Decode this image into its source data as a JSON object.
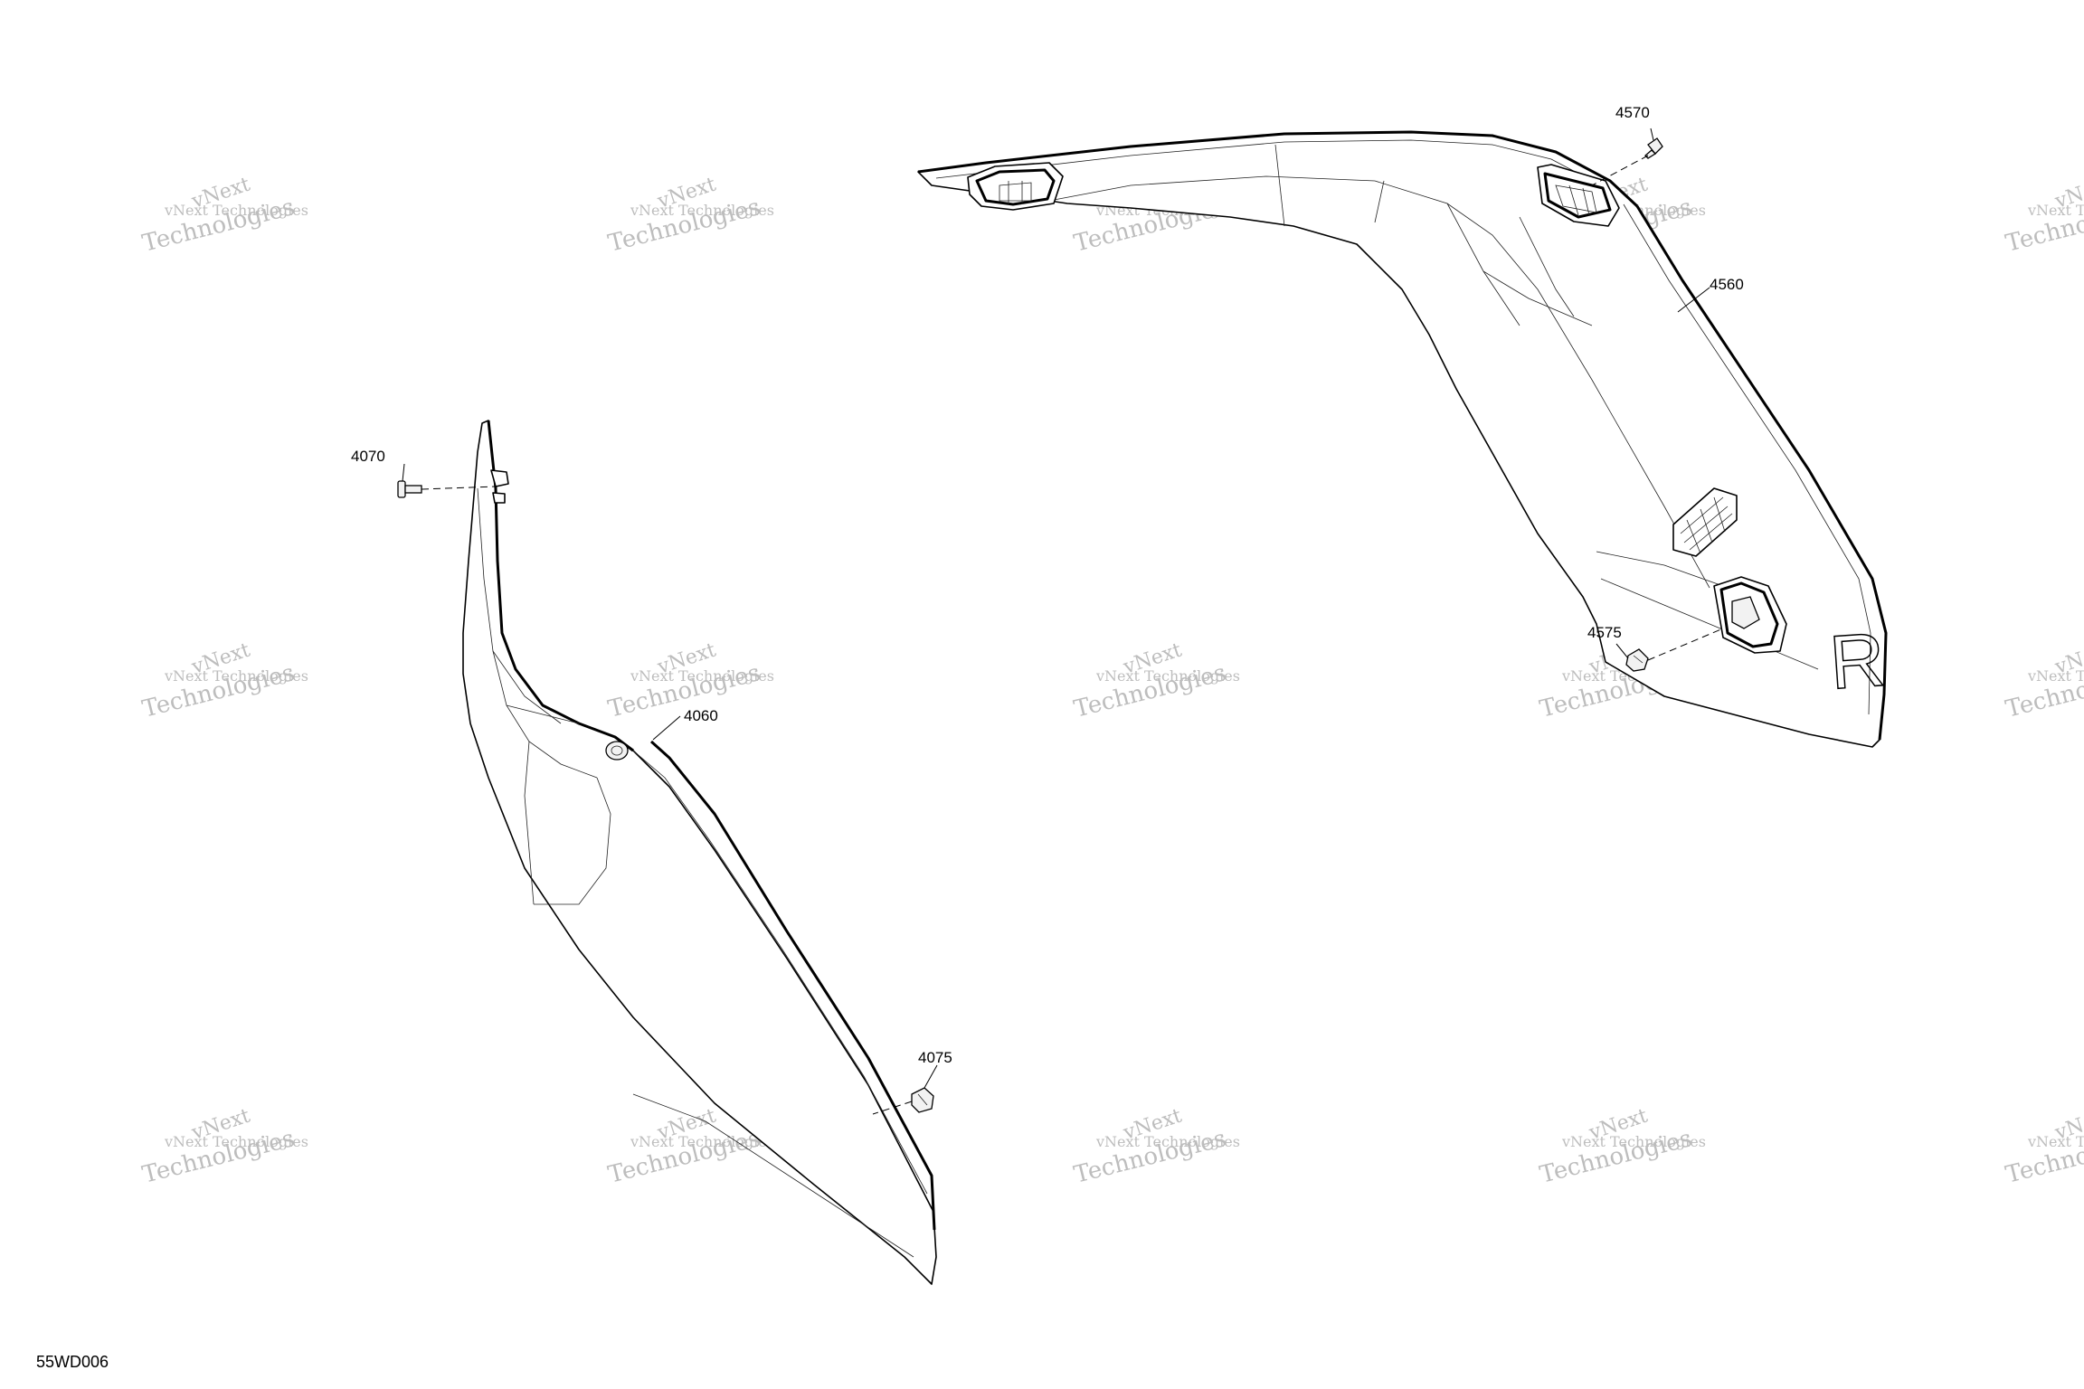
{
  "drawing": {
    "id": "55WD006"
  },
  "callouts": [
    {
      "key": "c4570",
      "label": "4570"
    },
    {
      "key": "c4560",
      "label": "4560"
    },
    {
      "key": "c4575",
      "label": "4575"
    },
    {
      "key": "c4070",
      "label": "4070"
    },
    {
      "key": "c4060",
      "label": "4060"
    },
    {
      "key": "c4075",
      "label": "4075"
    }
  ],
  "part_mark": "R",
  "watermark": {
    "line1": "vNext",
    "line2": "vNext Technologies",
    "line3": "Technologies"
  }
}
